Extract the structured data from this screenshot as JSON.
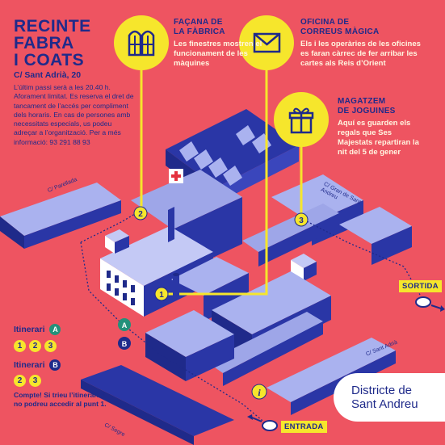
{
  "title": "RECINTE\nFABRA\nI COATS",
  "address": "C/ Sant Adrià, 20",
  "intro": "L’últim passi serà a les 20.40 h. Aforament limitat. Es reserva el dret de tancament de l’accés per compliment dels horaris. En cas de persones amb necessitats especials, us podeu adreçar a l’organització. Per a més informació: 93 291 88 93",
  "points": [
    {
      "number": "1",
      "icon": "window-icon",
      "title": "FAÇANA DE\nLA FÀBRICA",
      "text": "Les finestres mostren el funcionament de les màquines"
    },
    {
      "number": "2",
      "icon": "envelope-icon",
      "title": "OFICINA DE\nCORREUS MÀGICA",
      "text": "Els i les operàries de les oficines es faran càrrec de fer arribar les cartes als Reis d’Orient"
    },
    {
      "number": "3",
      "icon": "gift-icon",
      "title": "MAGATZEM\nDE JOGUINES",
      "text": "Aquí es guarden els regals que Ses Majestats repartiran la nit del 5 de gener"
    }
  ],
  "legend": {
    "itinerary_a_label": "Itinerari",
    "itinerary_a_letter": "A",
    "itinerary_a_stops": [
      "1",
      "2",
      "3"
    ],
    "itinerary_b_label": "Itinerari",
    "itinerary_b_letter": "B",
    "itinerary_b_stops": [
      "2",
      "3"
    ],
    "warning": "Compte! Si trieu l’itinerari B no podreu accedir al punt 1."
  },
  "map": {
    "exit_label": "SORTIDA",
    "entrance_label": "ENTRADA",
    "info_marker": "i",
    "route_markers": [
      "A",
      "B"
    ],
    "streets": [
      "C/ Parellada",
      "C/ Gran de Sant Andreu",
      "C/ Sant Adrià",
      "C/ Segre"
    ]
  },
  "logo": {
    "line1": "Districte de",
    "line2": "Sant Andreu"
  },
  "colors": {
    "background": "#ee5461",
    "navy": "#1f2a8a",
    "yellow": "#f6e62c",
    "lavender": "#9ea6e8",
    "green": "#23917a"
  }
}
